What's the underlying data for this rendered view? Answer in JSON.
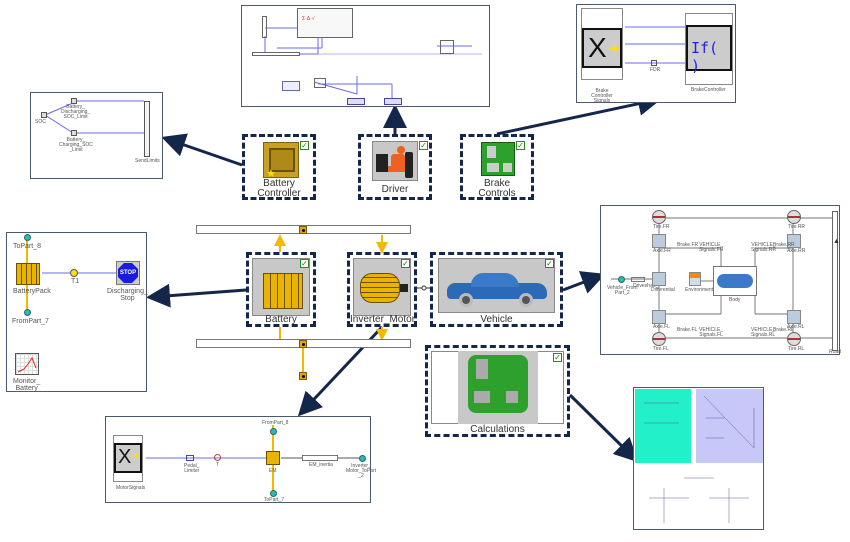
{
  "subsystems": {
    "battery_controller": "Battery\nController",
    "driver": "Driver",
    "brake_controls": "Brake\nControls",
    "battery": "Battery",
    "inverter_motor": "Inverter_Motor",
    "vehicle": "Vehicle",
    "calculations": "Calculations"
  },
  "battery_controller_detail": {
    "soc": "SOC",
    "discharging_limit": "Battery_\nDischarging_\nSOC_Limit",
    "charging_limit": "Battery_\nCharging_SOC\n_Limit",
    "send_limits": "SendLimits"
  },
  "battery_detail": {
    "to_part": "ToPart_8",
    "battery_pack": "BatteryPack",
    "from_part": "FromPart_7",
    "t1": "T1",
    "stop_icon_text": "STOP",
    "discharging_stop": "Discharging_\nStop",
    "monitor": "Monitor_\nBattery"
  },
  "brake_detail": {
    "signals": "Brake\nController\nSignals",
    "fdr": "FDR",
    "controller": "BrakeController",
    "if_text": "If( )",
    "x_text": "X"
  },
  "motor_detail": {
    "motor_signals": "MotorSignals",
    "x_text": "X",
    "pedal_limit": "Pedal_\nLimiter",
    "t": "T",
    "from_part": "FromPart_8",
    "em": "EM",
    "em_inertia": "EM_inertia",
    "to_part": "ToPart_7",
    "inverter_to_part": "Inverter_\nMotor_ToPart\n_2"
  },
  "vehicle_detail": {
    "tire_fr": "Tire.FR",
    "tire_rr": "Tire.RR",
    "tire_fl": "Tire.FL",
    "tire_rl": "Tire.RL",
    "axle_fr": "Axle.FR",
    "axle_rr": "Axle.RR",
    "axle_fl": "Axle.FL",
    "axle_rl": "Axle.RL",
    "brake_fr": "Brake.FR",
    "brake_rr": "Brake.RR",
    "brake_fl": "Brake.FL",
    "brake_rl": "Brake.RL",
    "sig_fr": "VEHICLE_\nSignals.FR",
    "sig_rr": "VEHICLE_\nSignals.RR",
    "sig_fl": "VEHICLE_\nSignals.FL",
    "sig_rl": "VEHICLE_\nSignals.RL",
    "from_part": "Vehicle_From\nPart_2",
    "driveshaft": "Driveshaft",
    "differential": "Differential",
    "environment": "Environment",
    "body": "Body",
    "road": "Road"
  },
  "colors": {
    "arrow": "#14264a",
    "electric": "#f5b800",
    "signal": "#6a6af0",
    "calc_cyan": "#22f0c8",
    "calc_lavender": "#c8c8f8"
  }
}
